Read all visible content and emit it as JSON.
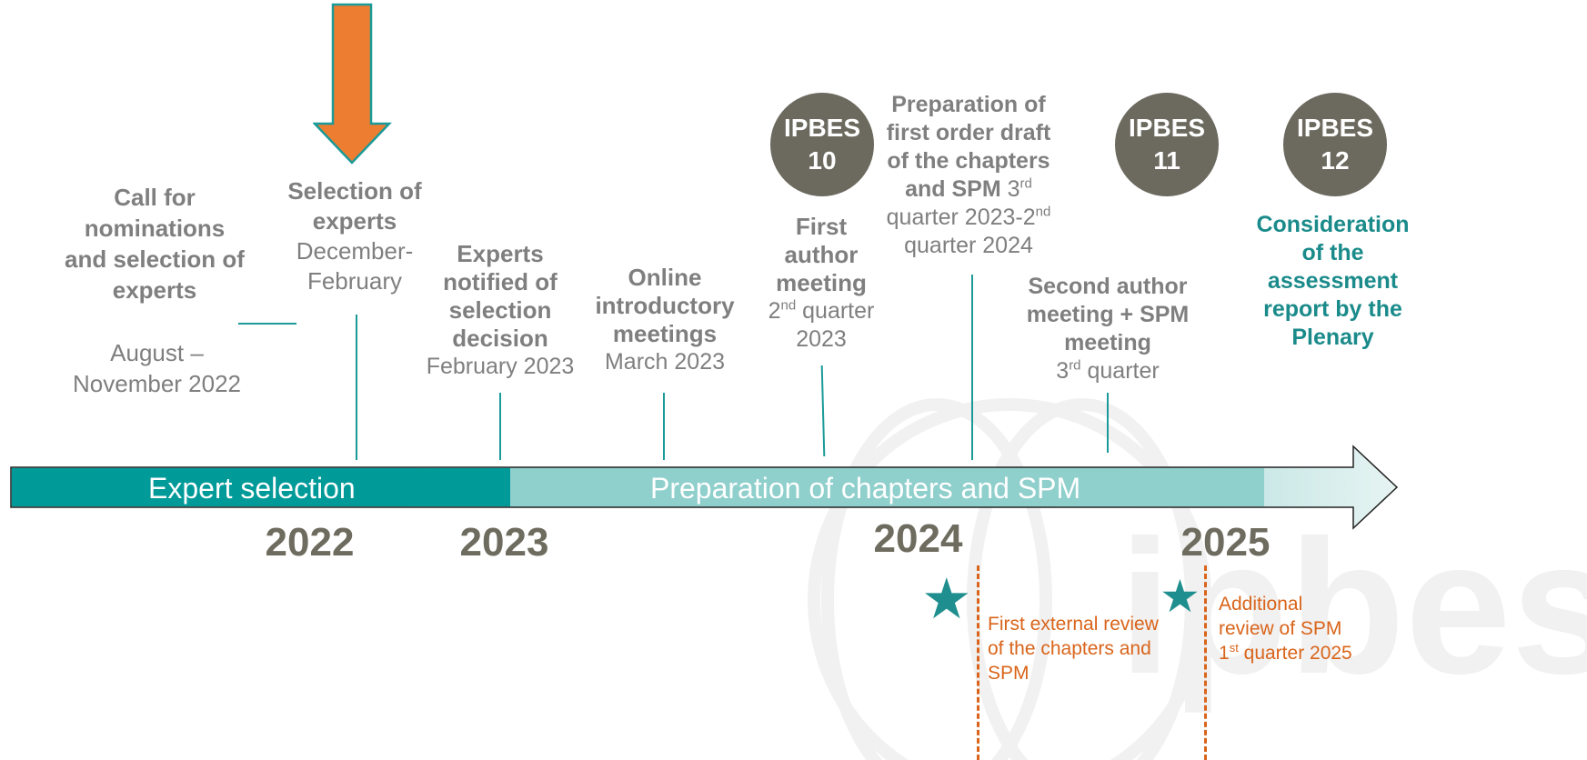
{
  "milestones": {
    "call": {
      "title": "Call for nominations and selection of experts",
      "date": "August – November 2022"
    },
    "selection": {
      "title": "Selection of experts",
      "date": "December-February"
    },
    "notified": {
      "title": "Experts notified of selection decision",
      "date": "February 2023"
    },
    "online": {
      "title": "Online introductory meetings",
      "date": "March 2023"
    },
    "first_author": {
      "title": "First author meeting",
      "date_sup": "nd",
      "date_num": "2",
      "date_rest": " quarter 2023"
    },
    "first_order": {
      "title": "Preparation of first order draft of the chapters and SPM",
      "date_num1": "3",
      "date_sup1": "rd",
      "date_mid": " quarter 2023-2",
      "date_sup2": "nd",
      "date_rest": " quarter 2024"
    },
    "second_author": {
      "title": "Second author meeting + SPM meeting",
      "date_num": "3",
      "date_sup": "rd",
      "date_rest": " quarter"
    },
    "plenary": {
      "title": "Consideration of the assessment report by the Plenary"
    }
  },
  "sessions": [
    {
      "line1": "IPBES",
      "line2": "10"
    },
    {
      "line1": "IPBES",
      "line2": "11"
    },
    {
      "line1": "IPBES",
      "line2": "12"
    }
  ],
  "phases": {
    "expert_selection": "Expert selection",
    "preparation": "Preparation of chapters and SPM"
  },
  "years": [
    "2022",
    "2023",
    "2024",
    "2025"
  ],
  "reviews": {
    "first": "First external review of the chapters and SPM",
    "additional_a": "Additional review of SPM",
    "additional_num": "1",
    "additional_sup": "st",
    "additional_b": " quarter 2025"
  },
  "watermark": "ipbes",
  "colors": {
    "teal": "#009a99",
    "teal_light": "#8fd0cd",
    "orange": "#ec7d31",
    "circle": "#6c6a5f",
    "review": "#d9641a"
  }
}
